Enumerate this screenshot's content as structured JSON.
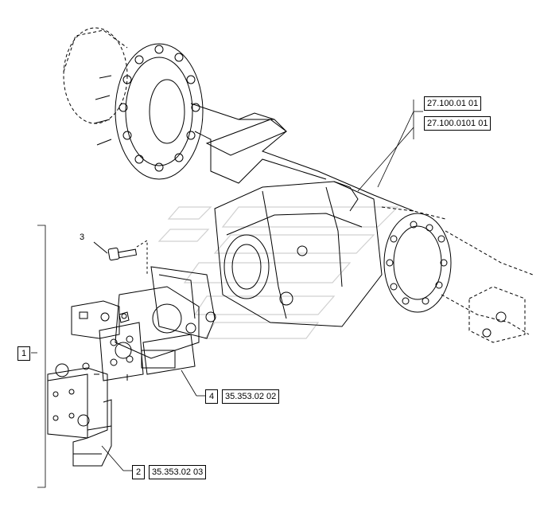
{
  "callouts": {
    "ref_axle_1": "27.100.01 01",
    "ref_axle_2": "27.100.0101 01",
    "item_1": "1",
    "item_2": "2",
    "item_2_ref": "35.353.02 03",
    "item_3": "3",
    "item_4": "4",
    "item_4_ref": "35.353.02 02"
  }
}
